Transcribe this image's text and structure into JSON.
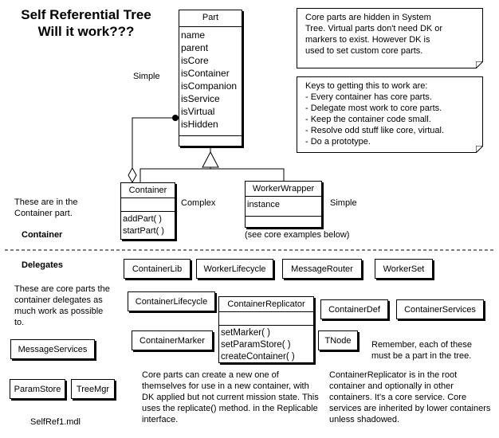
{
  "title": {
    "line1": "Self Referential Tree",
    "line2": "Will it work???"
  },
  "part_class": {
    "name": "Part",
    "attributes": [
      "name",
      "parent",
      "isCore",
      "isContainer",
      "isCompanion",
      "isService",
      "isVirtual",
      "isHidden"
    ]
  },
  "container_class": {
    "name": "Container",
    "operations": [
      "addPart( )",
      "startPart( )"
    ]
  },
  "worker_wrapper_class": {
    "name": "WorkerWrapper",
    "attributes": [
      "instance"
    ]
  },
  "container_replicator_class": {
    "name": "ContainerReplicator",
    "operations": [
      "setMarker( )",
      "setParamStore( )",
      "createContainer( )"
    ]
  },
  "labels": {
    "simple_top": "Simple",
    "complex": "Complex",
    "simple_right": "Simple",
    "in_container": "These are in the Container part.",
    "container_heading": "Container",
    "core_examples": "(see core examples below)",
    "delegates_heading": "Delegates",
    "delegates_desc": "These are core parts the container delegates as much work as possible to.",
    "filename": "SelfRef1.mdl",
    "remember": "Remember, each of these must be a part in the tree.",
    "replicate_desc": "Core parts can create a new one of themselves for use in a new container, with DK applied but not current mission state. This uses the replicate() method. in the Replicable interface.",
    "replicator_desc": "ContainerReplicator is in the root container and optionally in other containers. It's a core service. Core services are inherited by lower containers unless shadowed."
  },
  "notes": {
    "hidden_parts": [
      "Core parts are hidden in System",
      "Tree. Virtual parts don't need DK or",
      "markers to exist. However DK is",
      "used to set custom core parts."
    ],
    "keys": [
      "Keys to getting this to work are:",
      "- Every container has core parts.",
      "- Delegate most work to core parts.",
      "- Keep the container code small.",
      "- Resolve odd stuff like core, virtual.",
      "- Do a prototype."
    ]
  },
  "delegates": {
    "container_lib": "ContainerLib",
    "worker_lifecycle": "WorkerLifecycle",
    "message_router": "MessageRouter",
    "worker_set": "WorkerSet",
    "container_lifecycle": "ContainerLifecycle",
    "container_def": "ContainerDef",
    "container_services": "ContainerServices",
    "container_marker": "ContainerMarker",
    "tnode": "TNode",
    "message_services": "MessageServices",
    "param_store": "ParamStore",
    "tree_mgr": "TreeMgr"
  }
}
